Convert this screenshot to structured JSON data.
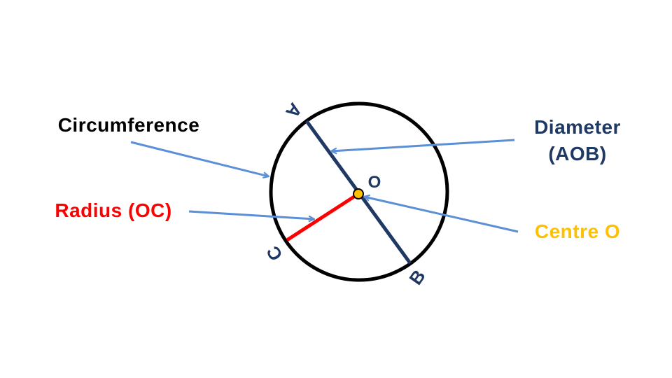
{
  "labels": {
    "circumference": "Circumference",
    "diameter_line1": "Diameter",
    "diameter_line2": "(AOB)",
    "radius": "Radius (OC)",
    "centre": "Centre O",
    "point_a": "A",
    "point_b": "B",
    "point_c": "C",
    "point_o": "O"
  },
  "colors": {
    "circle": "#000000",
    "diameter": "#1f3864",
    "radius": "#ff0000",
    "centre": "#ffc000",
    "arrow": "#5b8fd6",
    "circumference_text": "#000000",
    "diameter_text": "#1f3864",
    "radius_text": "#ff0000",
    "centre_text": "#ffc000"
  }
}
